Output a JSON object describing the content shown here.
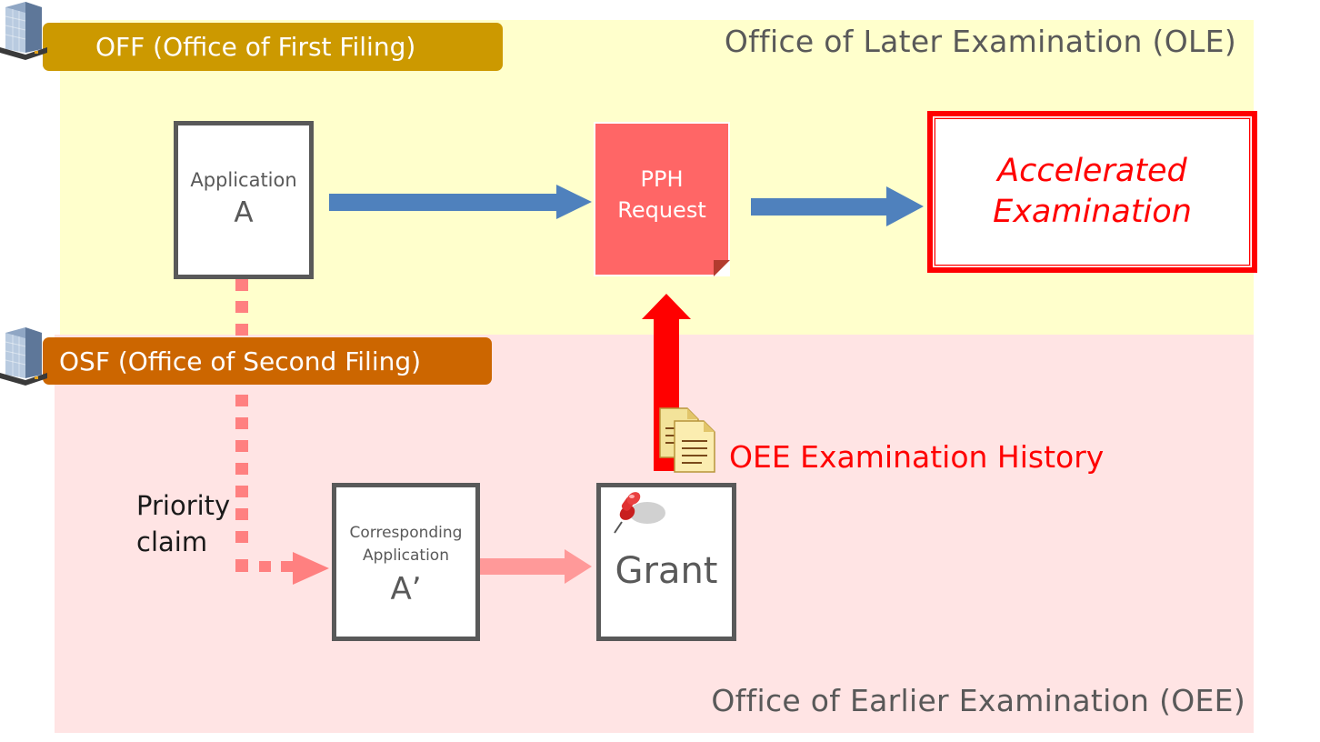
{
  "panels": {
    "ole": {
      "title": "Office of Later Examination (OLE)",
      "color": "#FFFFCC"
    },
    "oee": {
      "title": "Office of Earlier Examination (OEE)",
      "color": "#FFE4E4"
    }
  },
  "office_tags": {
    "off": {
      "label": "OFF (Office of First Filing)",
      "color": "#CC9900",
      "icon": "building-icon"
    },
    "osf": {
      "label": "OSF (Office of Second Filing)",
      "color": "#CC6600",
      "icon": "building-icon"
    }
  },
  "nodes": {
    "application_a": {
      "label": "Application",
      "id_label": "A"
    },
    "pph_request": {
      "line1": "PPH",
      "line2": "Request",
      "color": "#FF6666"
    },
    "accelerated": {
      "line1": "Accelerated",
      "line2": "Examination",
      "color": "#FF0000"
    },
    "corresponding_application": {
      "line1": "Corresponding",
      "line2": "Application",
      "id_label": "A’"
    },
    "grant": {
      "label": "Grant",
      "icon": "pushpin-icon"
    }
  },
  "edges": [
    {
      "from": "Application A",
      "to": "PPH Request",
      "style": "solid-blue-arrow",
      "color": "#4F81BD"
    },
    {
      "from": "PPH Request",
      "to": "Accelerated Examination",
      "style": "solid-blue-arrow",
      "color": "#4F81BD"
    },
    {
      "from": "Application A",
      "to": "Corresponding Application A’",
      "style": "dotted-pink-arrow",
      "color": "#FF8080",
      "label": "Priority claim"
    },
    {
      "from": "Corresponding Application A’",
      "to": "Grant",
      "style": "solid-pink-arrow",
      "color": "#FF9999"
    },
    {
      "from": "Grant",
      "to": "PPH Request",
      "style": "solid-red-arrow",
      "color": "#FF0000",
      "label": "OEE Examination History"
    }
  ],
  "labels": {
    "priority_line1": "Priority",
    "priority_line2": "claim",
    "history": "OEE Examination History",
    "history_icon": "documents-icon"
  }
}
